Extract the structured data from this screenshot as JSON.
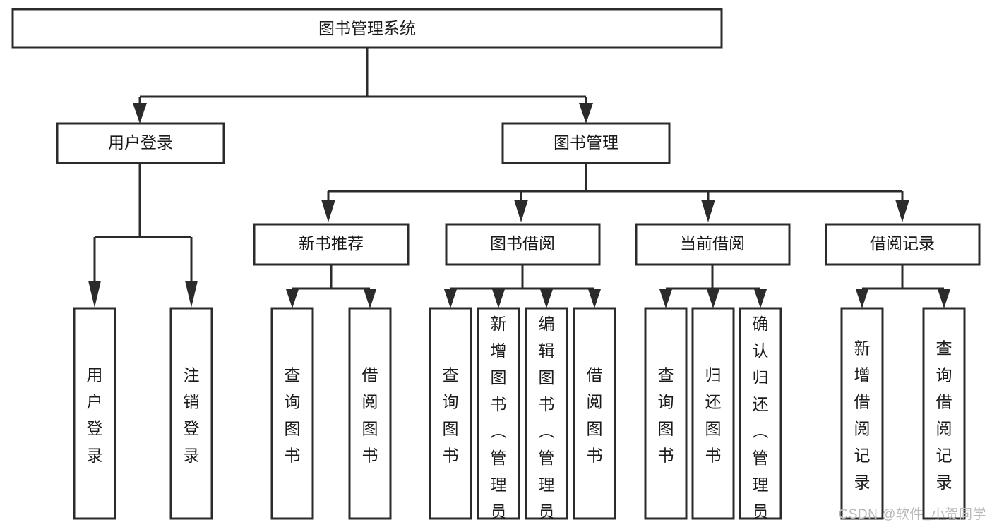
{
  "diagram": {
    "type": "tree",
    "title": "图书管理系统",
    "orientation": "top-down",
    "background_color": "#ffffff",
    "box_stroke_color": "#2b2b2b",
    "box_fill_color": "#ffffff",
    "text_color": "#1a1a1a",
    "levels": 4
  },
  "root": {
    "label": "图书管理系统"
  },
  "level2": {
    "user_login": {
      "label": "用户登录"
    },
    "book_manage": {
      "label": "图书管理"
    }
  },
  "level3": {
    "new_book_recommend": {
      "label": "新书推荐"
    },
    "book_borrow": {
      "label": "图书借阅"
    },
    "current_borrow": {
      "label": "当前借阅"
    },
    "borrow_record": {
      "label": "借阅记录"
    }
  },
  "leaves": {
    "user_login": [
      {
        "label": "用户登录"
      },
      {
        "label": "注销登录"
      }
    ],
    "new_book_recommend": [
      {
        "label": "查询图书"
      },
      {
        "label": "借阅图书"
      }
    ],
    "book_borrow": [
      {
        "label": "查询图书"
      },
      {
        "label": "新增图书（管理员）"
      },
      {
        "label": "编辑图书（管理员）"
      },
      {
        "label": "借阅图书"
      }
    ],
    "current_borrow": [
      {
        "label": "查询图书"
      },
      {
        "label": "归还图书"
      },
      {
        "label": "确认归还（管理员）"
      }
    ],
    "borrow_record": [
      {
        "label": "新增借阅记录"
      },
      {
        "label": "查询借阅记录"
      }
    ]
  },
  "watermark": {
    "text": "CSDN @软件_小贺同学",
    "color": "#b9b9b9"
  }
}
